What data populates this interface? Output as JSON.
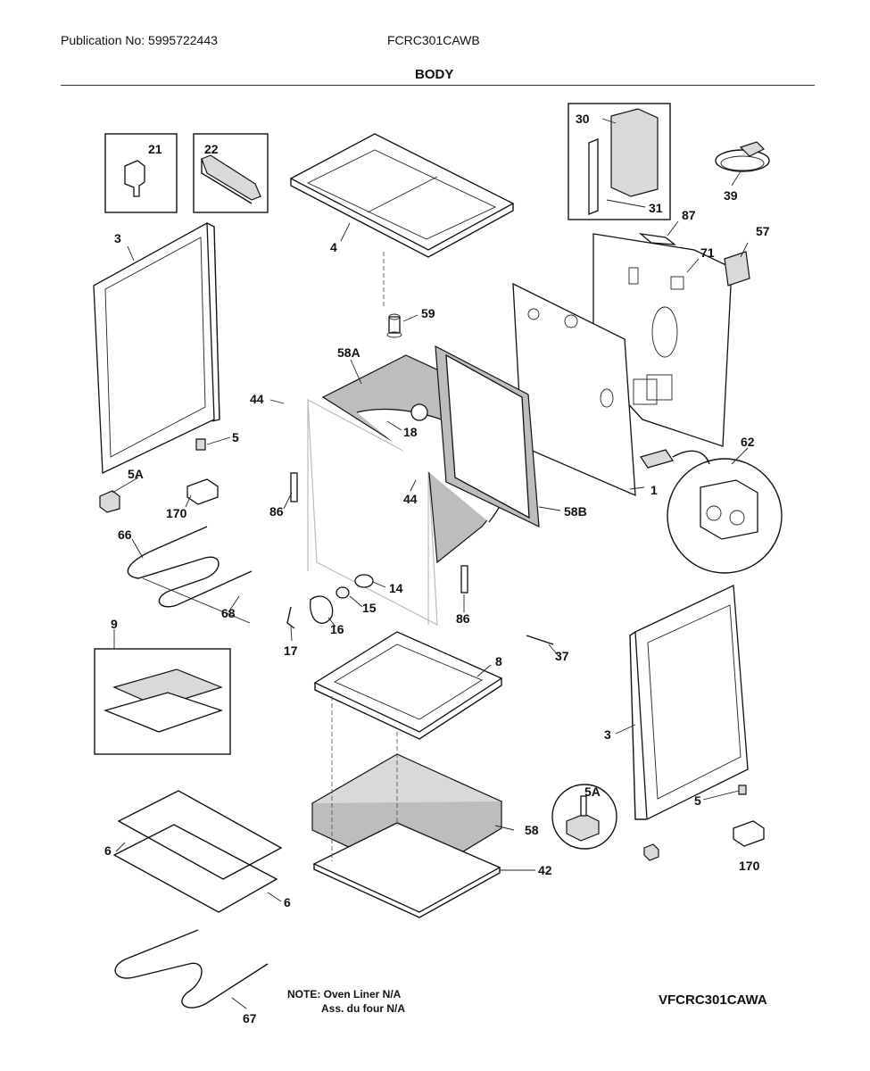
{
  "header": {
    "publication": "Publication No: 5995722443",
    "model": "FCRC301CAWB",
    "section_title": "BODY"
  },
  "note": {
    "line1": "NOTE: Oven Liner N/A",
    "line2": "Ass. du four N/A"
  },
  "diagram_code": "VFCRC301CAWA",
  "part_labels": {
    "p1": "1",
    "p3a": "3",
    "p3b": "3",
    "p4": "4",
    "p5a": "5",
    "p5b": "5",
    "p5Aa": "5A",
    "p5Ab": "5A",
    "p6a": "6",
    "p6b": "6",
    "p8": "8",
    "p9": "9",
    "p14": "14",
    "p15": "15",
    "p16": "16",
    "p17": "17",
    "p18": "18",
    "p21": "21",
    "p22": "22",
    "p30": "30",
    "p31": "31",
    "p37": "37",
    "p39": "39",
    "p42": "42",
    "p44a": "44",
    "p44b": "44",
    "p57": "57",
    "p58": "58",
    "p58A": "58A",
    "p58B": "58B",
    "p59": "59",
    "p62": "62",
    "p66": "66",
    "p67": "67",
    "p68": "68",
    "p71": "71",
    "p86a": "86",
    "p86b": "86",
    "p87": "87",
    "p170a": "170",
    "p170b": "170"
  }
}
